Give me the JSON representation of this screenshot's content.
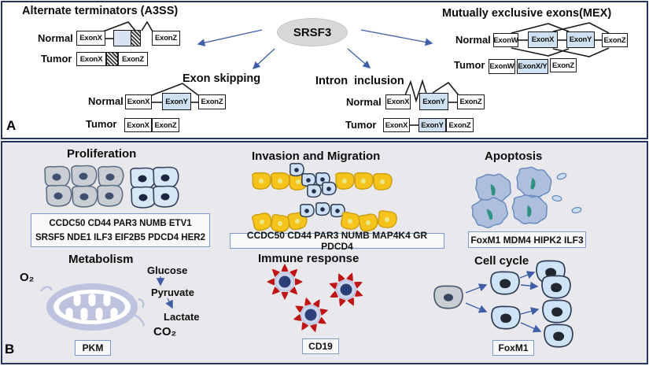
{
  "colors": {
    "panel_border": "#26355e",
    "panel_b_bg": "#e9e9ed",
    "exon_highlight": "#cfe0f1",
    "arrow_blue": "#3f5ea8",
    "gene_box_border": "#7b9cc9",
    "gray_cell": "#c9cdd4",
    "blue_cell": "#d8e7f6",
    "yellow_cell": "#f5c31c",
    "apoptosis_cell": "#aebfdd",
    "apoptosis_nucleus": "#2f9180",
    "immune_spike": "#bf1414",
    "mitochondrion": "#bdc2de",
    "srsf3_ellipse": "#d8d8db"
  },
  "panelA": {
    "label": "A",
    "center_gene": "SRSF3",
    "a3ss": {
      "title": "Alternate terminators (A3SS)",
      "normal_label": "Normal",
      "tumor_label": "Tumor",
      "normal_exons": [
        "ExonX",
        "ExonZ"
      ],
      "tumor_exons": [
        "ExonX",
        "ExonZ"
      ]
    },
    "exon_skipping": {
      "title": "Exon skipping",
      "normal_label": "Normal",
      "tumor_label": "Tumor",
      "normal_exons": [
        "ExonX",
        "ExonY",
        "ExonZ"
      ],
      "tumor_exons": [
        "ExonX",
        "ExonZ"
      ]
    },
    "intron_inclusion": {
      "title": "Intron  inclusion",
      "normal_label": "Normal",
      "tumor_label": "Tumor",
      "normal_exons": [
        "ExonX",
        "ExonY",
        "ExonZ"
      ],
      "tumor_exons": [
        "ExonX",
        "ExonY",
        "ExonZ"
      ]
    },
    "mex": {
      "title": "Mutually exclusive exons(MEX)",
      "normal_label": "Normal",
      "tumor_label": "Tumor",
      "normal_exons": [
        "ExonW",
        "ExonX",
        "ExonY",
        "ExonZ"
      ],
      "tumor_exons": [
        "ExonW",
        "ExonX/Y",
        "ExonZ"
      ]
    }
  },
  "panelB": {
    "label": "B",
    "proliferation": {
      "title": "Proliferation",
      "genes": [
        "CCDC50 CD44 PAR3 NUMB ETV1",
        "SRSF5 NDE1 ILF3 EIF2B5 PDCD4 HER2"
      ]
    },
    "invasion": {
      "title": "Invasion and Migration",
      "genes": "CCDC50 CD44 PAR3 NUMB MAP4K4 GR PDCD4"
    },
    "apoptosis": {
      "title": "Apoptosis",
      "genes": "FoxM1 MDM4 HIPK2 ILF3"
    },
    "metabolism": {
      "title": "Metabolism",
      "o2": "O₂",
      "glucose": "Glucose",
      "pyruvate": "Pyruvate",
      "lactate": "Lactate",
      "co2": "CO₂",
      "gene": "PKM"
    },
    "immune": {
      "title": "Immune response",
      "gene": "CD19"
    },
    "cell_cycle": {
      "title": "Cell cycle",
      "gene": "FoxM1"
    }
  }
}
